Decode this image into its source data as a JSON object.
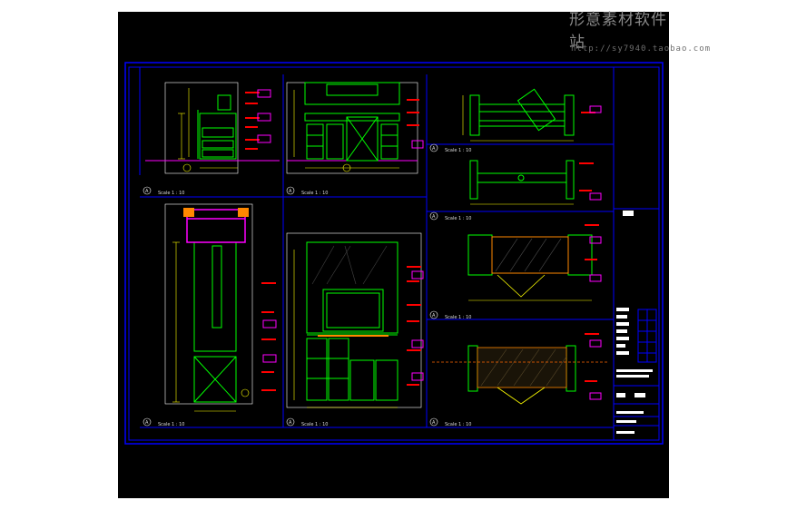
{
  "watermark": {
    "title": "形意素材软件站",
    "url": "http://sy7940.taobao.com"
  },
  "colors": {
    "background": "#000000",
    "frame": "#0000ff",
    "geometry": "#00ff00",
    "dimension": "#ffff00",
    "annotation": "#ff0000",
    "text": "#ffffff",
    "hatch": "#ff8800",
    "cyan": "#00ffff"
  },
  "views": [
    {
      "id": "view-1",
      "number": "A",
      "scale": "Scale 1 : 10"
    },
    {
      "id": "view-2",
      "number": "A",
      "scale": "Scale 1 : 10"
    },
    {
      "id": "view-3",
      "number": "A",
      "scale": "Scale 1 : 10"
    },
    {
      "id": "view-4",
      "number": "A",
      "scale": "Scale 1 : 10"
    },
    {
      "id": "view-5",
      "number": "A",
      "scale": "Scale 1 : 10"
    },
    {
      "id": "view-6",
      "number": "A",
      "scale": "Scale 1 : 10"
    },
    {
      "id": "view-7",
      "number": "A",
      "scale": "Scale 1 : 10"
    },
    {
      "id": "view-8",
      "number": "A",
      "scale": "Scale 1 : 10"
    }
  ]
}
